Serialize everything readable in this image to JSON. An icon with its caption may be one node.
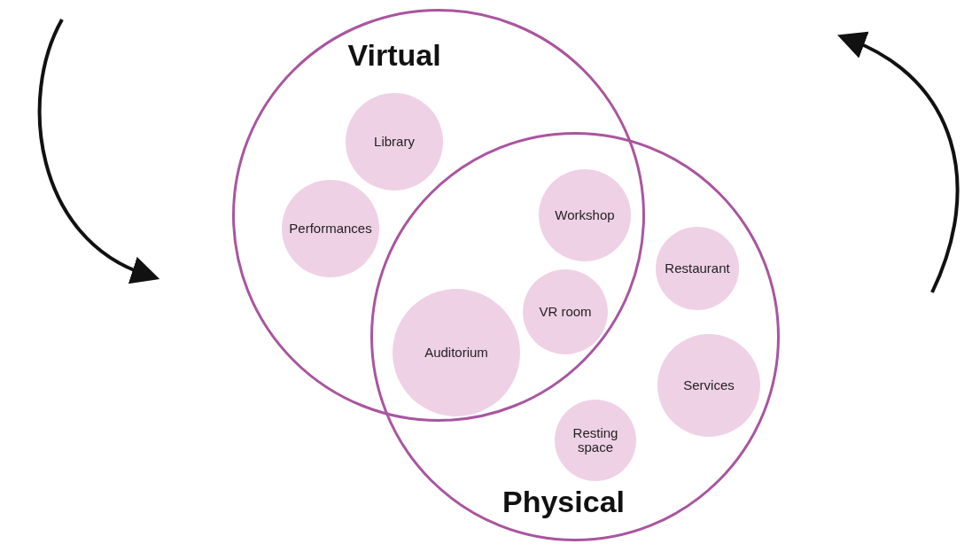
{
  "diagram": {
    "nodes": [
      {
        "text": [
          "Virtual"
        ]
      },
      {
        "text": [
          "Physical"
        ]
      },
      {
        "text": [
          "Library"
        ],
        "in": 0
      },
      {
        "text": [
          "Performances"
        ],
        "in": 0
      },
      {
        "text": [
          "Workshop"
        ]
      },
      {
        "text": [
          "VR room"
        ]
      },
      {
        "text": [
          "Auditorium"
        ]
      },
      {
        "text": [
          "Restaurant"
        ],
        "in": 1
      },
      {
        "text": [
          "Services"
        ],
        "in": 1
      },
      {
        "text": [
          "Resting space"
        ],
        "in": 1
      }
    ]
  }
}
